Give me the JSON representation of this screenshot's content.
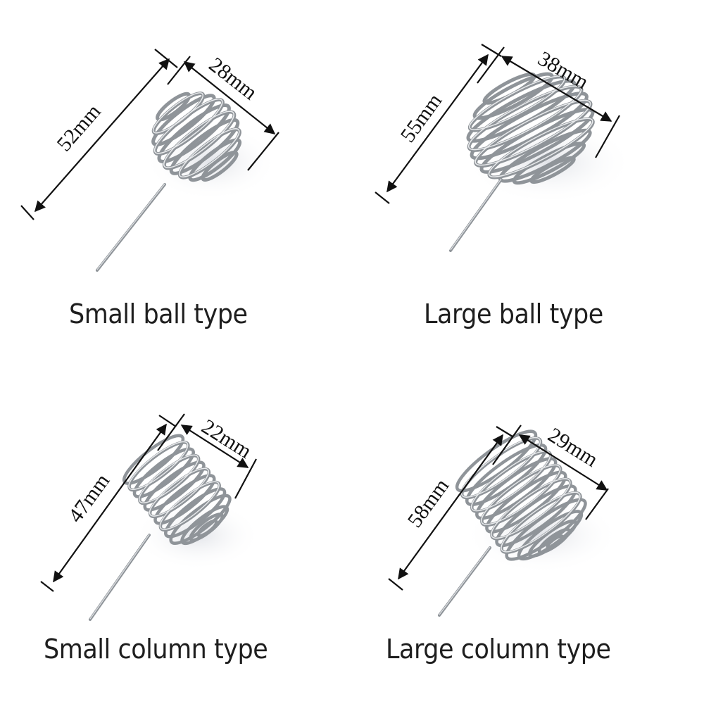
{
  "products": [
    {
      "id": "small-ball",
      "caption": "Small ball type",
      "height": "52mm",
      "diameter": "28mm"
    },
    {
      "id": "large-ball",
      "caption": "Large ball type",
      "height": "55mm",
      "diameter": "38mm"
    },
    {
      "id": "small-column",
      "caption": "Small column type",
      "height": "47mm",
      "diameter": "22mm"
    },
    {
      "id": "large-column",
      "caption": "Large column type",
      "height": "58mm",
      "diameter": "29mm"
    }
  ],
  "colors": {
    "background": "#ffffff",
    "dimension_line": "#111111",
    "wire": "#9a9ea3",
    "wire_highlight": "#e6e8ea",
    "caption_text": "#1e1e1e"
  }
}
